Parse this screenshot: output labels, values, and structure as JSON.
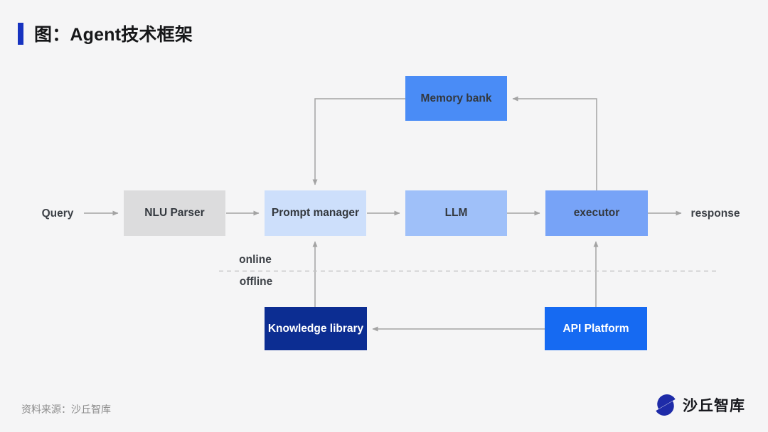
{
  "title": {
    "text": "图：Agent技术框架"
  },
  "diagram": {
    "nodes": {
      "memory_bank": {
        "label": "Memory bank",
        "color": "#4a8cf6"
      },
      "nlu_parser": {
        "label": "NLU Parser",
        "color": "#dcdcdd"
      },
      "prompt_manager": {
        "label": "Prompt manager",
        "color": "#cddffb"
      },
      "llm": {
        "label": "LLM",
        "color": "#9fc0f9"
      },
      "executor": {
        "label": "executor",
        "color": "#77a3f7"
      },
      "knowledge_library": {
        "label": "Knowledge library",
        "color": "#0c2d92"
      },
      "api_platform": {
        "label": "API Platform",
        "color": "#166af2"
      }
    },
    "labels": {
      "query": "Query",
      "response": "response",
      "online": "online",
      "offline": "offline"
    },
    "edges": [
      {
        "from": "Query",
        "to": "NLU Parser"
      },
      {
        "from": "NLU Parser",
        "to": "Prompt manager"
      },
      {
        "from": "Prompt manager",
        "to": "LLM"
      },
      {
        "from": "LLM",
        "to": "executor"
      },
      {
        "from": "executor",
        "to": "response"
      },
      {
        "from": "Memory bank",
        "to": "Prompt manager"
      },
      {
        "from": "executor",
        "to": "Memory bank"
      },
      {
        "from": "Knowledge library",
        "to": "Prompt manager"
      },
      {
        "from": "API Platform",
        "to": "executor"
      },
      {
        "from": "API Platform",
        "to": "Knowledge library"
      }
    ],
    "divider": {
      "style": "dashed",
      "separates": [
        "online",
        "offline"
      ]
    }
  },
  "footer": {
    "source": "资料来源：沙丘智库",
    "brand": "沙丘智库"
  },
  "palette": {
    "background": "#f5f5f6",
    "title_marker": "#1733c0",
    "edge_line": "#a3a3a3",
    "dashed_divider": "#c6c6c6",
    "logo_blue": "#1e2ba8"
  }
}
